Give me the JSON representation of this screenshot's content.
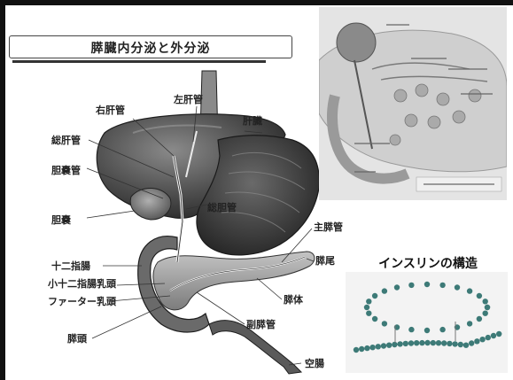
{
  "title": "膵臓内分泌と外分泌",
  "labels": {
    "right_hepatic_duct": "右肝管",
    "left_hepatic_duct": "左肝管",
    "liver": "肝臓",
    "common_hepatic_duct": "総肝管",
    "cystic_duct": "胆嚢管",
    "gallbladder": "胆嚢",
    "common_bile_duct": "総胆管",
    "main_pancreatic_duct": "主膵管",
    "duodenum": "十二指腸",
    "minor_papilla": "小十二指腸乳頭",
    "vater_papilla": "ファーター乳頭",
    "pancreas_tail": "膵尾",
    "pancreas_body": "膵体",
    "accessory_duct": "副膵管",
    "pancreas_head": "膵頭",
    "jejunum": "空腸"
  },
  "insulin_title": "インスリンの構造",
  "colors": {
    "liver_fill": "#4a4a4a",
    "stomach_fill": "#3c3c3c",
    "pancreas_fill": "#9c9c9c",
    "intestine_fill": "#5a5a5a",
    "inset_bg": "#e6e6e6",
    "chain_bead": "#3d7a77"
  }
}
